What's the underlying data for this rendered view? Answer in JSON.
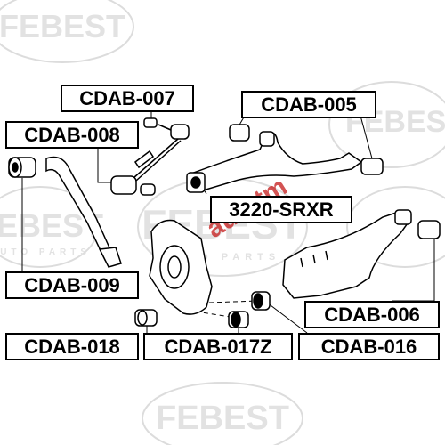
{
  "labels": {
    "cdab_007": "CDAB-007",
    "cdab_005": "CDAB-005",
    "cdab_008": "CDAB-008",
    "srxr": "3220-SRXR",
    "cdab_009": "CDAB-009",
    "cdab_006": "CDAB-006",
    "cdab_018": "CDAB-018",
    "cdab_017z": "CDAB-017Z",
    "cdab_016": "CDAB-016"
  },
  "watermark": {
    "brand": "FEBEST",
    "sub": "AUTO PARTS",
    "overlay": "autotm"
  },
  "colors": {
    "ink": "#000000",
    "watermark": "#d8d8d8",
    "overlay": "#c41a1a"
  }
}
